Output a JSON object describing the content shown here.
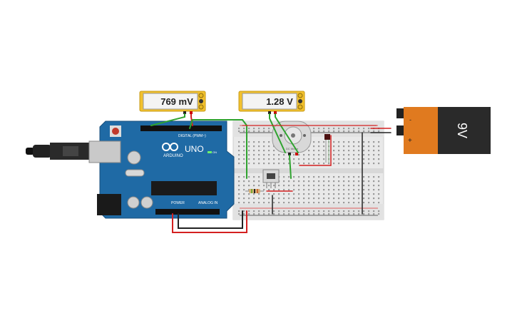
{
  "meters": {
    "left": {
      "reading": "769 mV"
    },
    "right": {
      "reading": "1.28 V"
    }
  },
  "arduino": {
    "brand": "ARDUINO",
    "model": "UNO",
    "digital_label": "DIGITAL (PWM~)",
    "power_label": "POWER",
    "analog_label": "ANALOG IN",
    "on_label": "ON"
  },
  "battery": {
    "label": "9V",
    "minus": "-",
    "plus": "+"
  },
  "motor": {
    "label": "DC Motor"
  },
  "colors": {
    "board": "#1f6aa5",
    "wire_green": "#2fa32f",
    "wire_red": "#d42020",
    "wire_black": "#222222",
    "battery_orange": "#e07a1f",
    "battery_black": "#2a2a2a",
    "meter_yellow": "#f2c12e",
    "breadboard": "#e8e8e8"
  },
  "icons": [
    "usb-connector-icon",
    "power-jack-icon",
    "potentiometer-icon",
    "resistor-icon",
    "led-icon"
  ]
}
